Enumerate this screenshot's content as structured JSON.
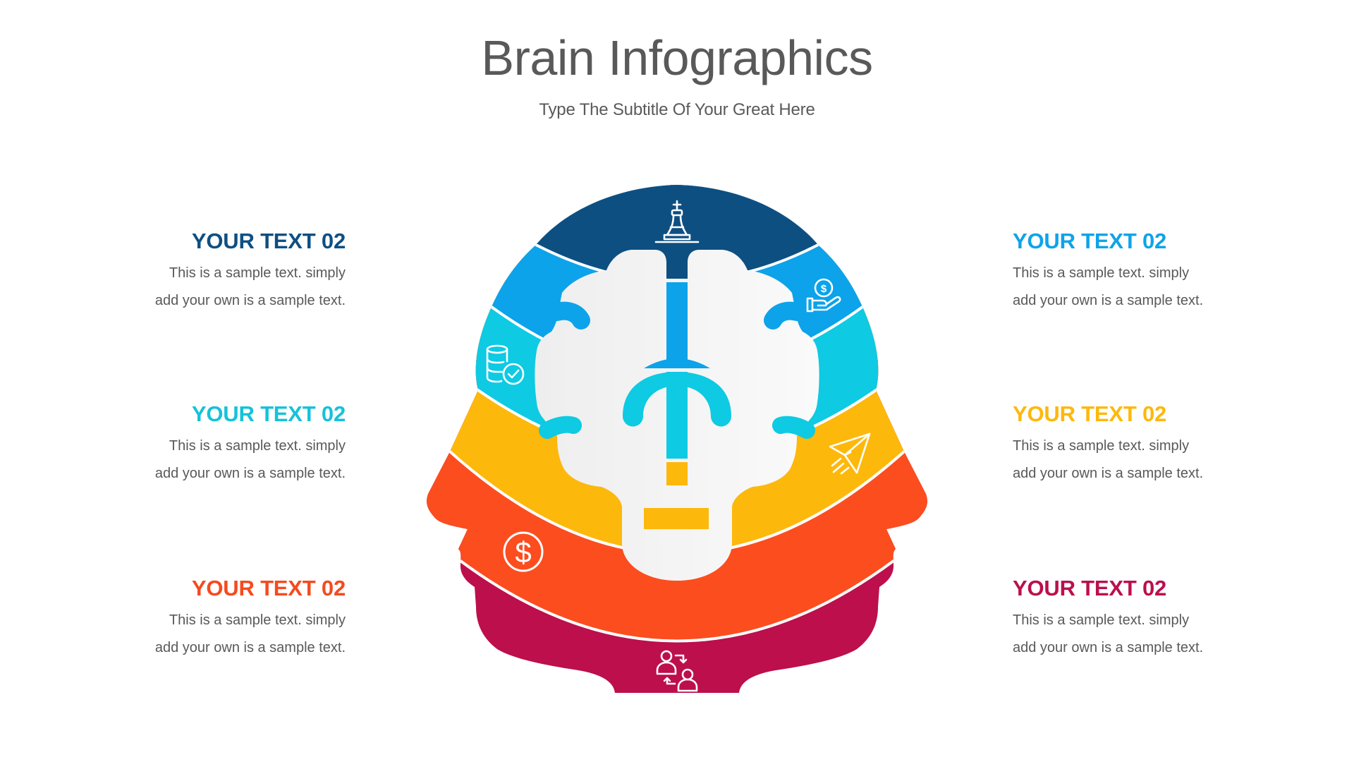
{
  "header": {
    "title": "Brain Infographics",
    "subtitle": "Type The Subtitle Of Your Great Here"
  },
  "palette": {
    "navy": "#0E4F82",
    "blue": "#0CA3EA",
    "cyan": "#0ECAE3",
    "yellow": "#FDB80C",
    "orange": "#FC4D1F",
    "magenta": "#BC0F4C",
    "brain_left": "#EEEEEE",
    "brain_right": "#FAFAFA",
    "separator": "#FFFFFF",
    "body_text": "#595959"
  },
  "items": {
    "left": [
      {
        "heading": "YOUR TEXT 02",
        "line1": "This is a sample text. simply",
        "line2": "add your own is a sample text.",
        "color": "#0E4F82"
      },
      {
        "heading": "YOUR TEXT 02",
        "line1": "This is a sample text. simply",
        "line2": "add your own is a sample text.",
        "color": "#15C2DA"
      },
      {
        "heading": "YOUR TEXT 02",
        "line1": "This is a sample text. simply",
        "line2": "add your own is a sample text.",
        "color": "#F64A1E"
      }
    ],
    "right": [
      {
        "heading": "YOUR TEXT 02",
        "line1": "This is a sample text. simply",
        "line2": "add your own is a sample text.",
        "color": "#0EA3E8"
      },
      {
        "heading": "YOUR TEXT 02",
        "line1": "This is a sample text. simply",
        "line2": "add your own is a sample text.",
        "color": "#FDB80C"
      },
      {
        "heading": "YOUR TEXT 02",
        "line1": "This is a sample text. simply",
        "line2": "add your own is a sample text.",
        "color": "#BC0F4C"
      }
    ]
  },
  "infographic": {
    "bands": [
      {
        "name": "navy",
        "icon": "chess-king-icon"
      },
      {
        "name": "blue",
        "icon": "hand-coin-icon"
      },
      {
        "name": "cyan",
        "icon": "database-check-icon"
      },
      {
        "name": "yellow",
        "icon": "paper-plane-icon"
      },
      {
        "name": "orange",
        "icon": "dollar-circle-icon"
      },
      {
        "name": "magenta",
        "icon": "people-swap-icon"
      }
    ],
    "dollar_glyph": "$",
    "coin_glyph": "$"
  }
}
